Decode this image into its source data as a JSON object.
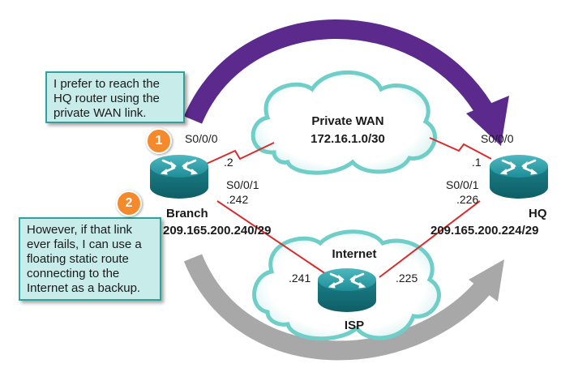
{
  "callouts": {
    "one": "I prefer to reach the HQ router using the private WAN link.",
    "two": "However, if that link ever fails, I can use a floating static route connecting to the Internet as a backup."
  },
  "badges": {
    "one": "1",
    "two": "2"
  },
  "private_wan": {
    "title": "Private WAN",
    "network": "172.16.1.0/30"
  },
  "internet": {
    "title": "Internet"
  },
  "branch": {
    "name": "Branch",
    "s000": "S0/0/0",
    "s000_host": ".2",
    "s001": "S0/0/1",
    "s001_host": ".242",
    "network": "209.165.200.240/29"
  },
  "hq": {
    "name": "HQ",
    "s000": "S0/0/0",
    "s000_host": ".1",
    "s001": "S0/0/1",
    "s001_host": ".226",
    "network": "209.165.200.224/29"
  },
  "isp": {
    "name": "ISP",
    "left_host": ".241",
    "right_host": ".225"
  },
  "colors": {
    "primary_arrow": "#5b2a8c",
    "backup_arrow": "#a8a8a8",
    "link": "#d92b2b",
    "cloud_border": "#6fcfc8",
    "router": "#1e8e97",
    "callout_fill": "#c8ecea",
    "badge": "#f58a2c"
  }
}
